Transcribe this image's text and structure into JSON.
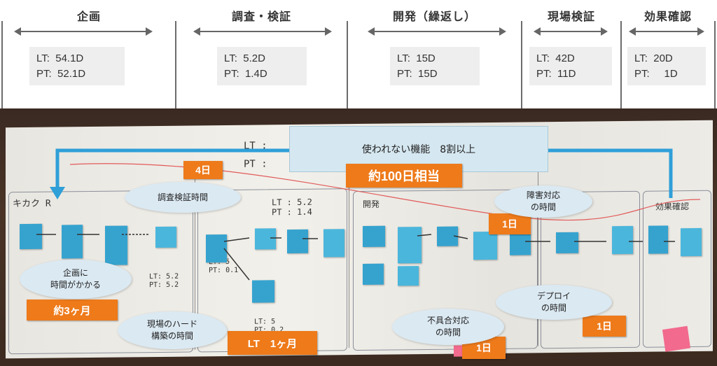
{
  "phases": [
    {
      "title": "企画",
      "lt": "LT:  54.1D",
      "pt": "PT:  52.1D"
    },
    {
      "title": "調査・検証",
      "lt": "LT:  5.2D",
      "pt": "PT:  1.4D"
    },
    {
      "title": "開発（繰返し）",
      "lt": "LT:  15D",
      "pt": "PT:  15D"
    },
    {
      "title": "現場検証",
      "lt": "LT:  42D",
      "pt": "PT:  11D"
    },
    {
      "title": "効果確認",
      "lt": "LT:  20D",
      "pt": "PT:     1D"
    }
  ],
  "banner": {
    "text": "使われない機能　8割以上"
  },
  "badges": {
    "b100": "約100日相当",
    "b4d": "4日",
    "b3m": "約3ヶ月",
    "blt": "LT　1ヶ月",
    "b1a": "1日",
    "b1b": "1日",
    "b1c": "1日"
  },
  "bubbles": {
    "chousa": "調査検証時間",
    "kikaku": "企画に\n時間がかかる",
    "genba": "現場のハード\n構築の時間",
    "shogai": "障害対応\nの時間",
    "deploy": "デプロイ\nの時間",
    "fuguai": "不具合対応\nの時間"
  },
  "colors": {
    "accent": "#ee7a1a",
    "arrow": "#2f9fd8",
    "bubble": "#dbe9f2"
  }
}
